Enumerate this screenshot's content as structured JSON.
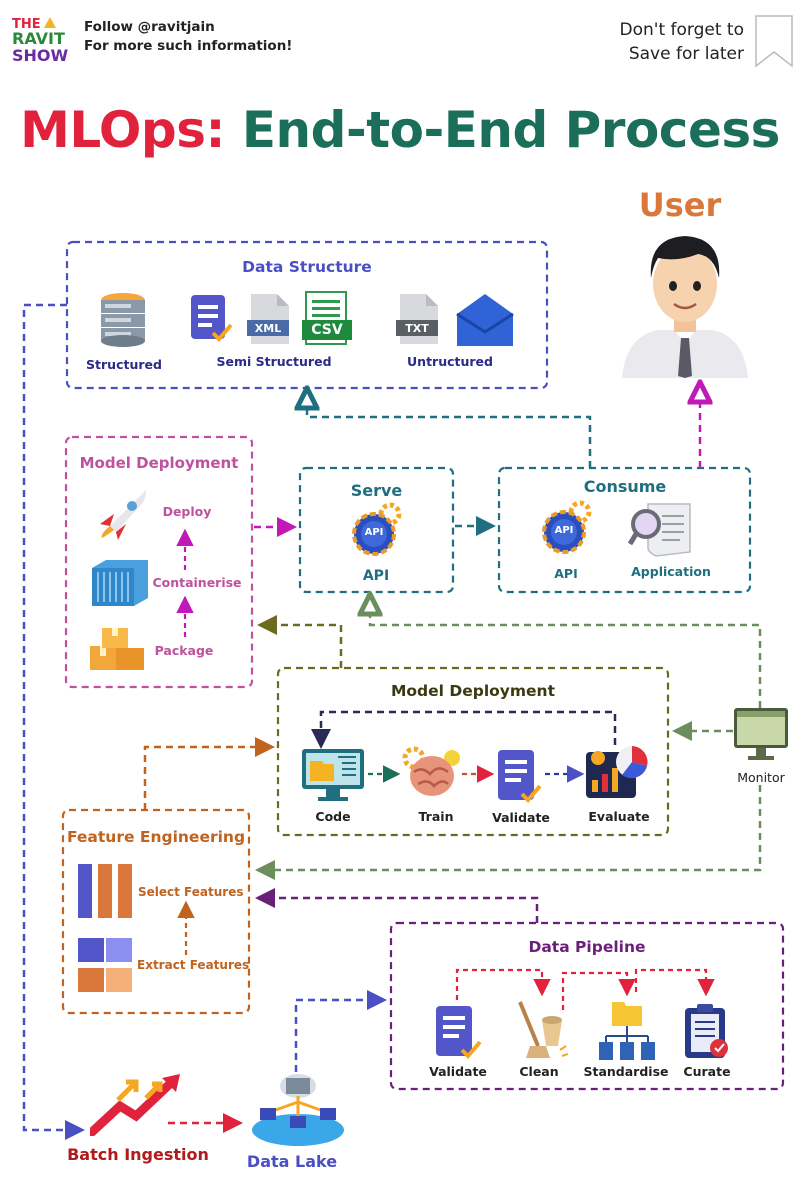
{
  "header": {
    "logo_text": "THE RAVIT SHOW",
    "follow_line1": "Follow @ravitjain",
    "follow_line2": "For more such information!",
    "save_line1": "Don't forget to",
    "save_line2": "Save for later"
  },
  "title": {
    "part1": "MLOps:",
    "part2": "End-to-End Process"
  },
  "user": {
    "label": "User"
  },
  "data_structure": {
    "title": "Data Structure",
    "structured": "Structured",
    "semi_structured": "Semi Structured",
    "unstructured": "Untructured",
    "xml": "XML",
    "csv": "CSV",
    "txt": "TXT"
  },
  "model_deployment_left": {
    "title": "Model Deployment",
    "deploy": "Deploy",
    "containerise": "Containerise",
    "package": "Package"
  },
  "serve": {
    "title": "Serve",
    "api": "API",
    "icon_text": "API"
  },
  "consume": {
    "title": "Consume",
    "api": "API",
    "application": "Application",
    "icon_text": "API"
  },
  "model_deployment_mid": {
    "title": "Model Deployment",
    "code": "Code",
    "train": "Train",
    "validate": "Validate",
    "evaluate": "Evaluate"
  },
  "monitor": {
    "label": "Monitor"
  },
  "feature_engineering": {
    "title": "Feature Engineering",
    "select": "Select Features",
    "extract": "Extract Features"
  },
  "data_pipeline": {
    "title": "Data Pipeline",
    "validate": "Validate",
    "clean": "Clean",
    "standardise": "Standardise",
    "curate": "Curate"
  },
  "batch": {
    "label": "Batch Ingestion"
  },
  "lake": {
    "label": "Data Lake"
  },
  "colors": {
    "red": "#e0223c",
    "teal": "#1b6e5a",
    "orange": "#d9783a",
    "blue": "#4a4fc4",
    "magenta": "#c0519e",
    "serve_teal": "#1f6f80",
    "olive": "#6b6a1e",
    "brown": "#c0631f",
    "purple": "#6a1f7a",
    "sage": "#6b8f5c"
  }
}
